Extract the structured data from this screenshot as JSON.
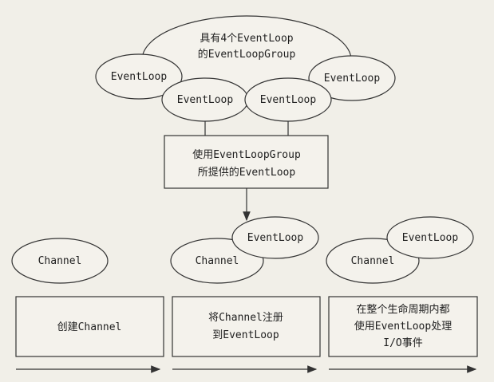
{
  "group": {
    "title_line1": "具有4个EventLoop",
    "title_line2": "的EventLoopGroup"
  },
  "loops": {
    "left": "EventLoop",
    "right": "EventLoop",
    "bottom_left": "EventLoop",
    "bottom_right": "EventLoop"
  },
  "use_box": {
    "line1": "使用EventLoopGroup",
    "line2": "所提供的EventLoop"
  },
  "channels": {
    "channel_1": "Channel",
    "channel_2": "Channel",
    "channel_2_loop": "EventLoop",
    "channel_3": "Channel",
    "channel_3_loop": "EventLoop"
  },
  "steps": {
    "step_1": "创建Channel",
    "step_2_line1": "将Channel注册",
    "step_2_line2": "到EventLoop",
    "step_3_line1": "在整个生命周期内都",
    "step_3_line2": "使用EventLoop处理",
    "step_3_line3": "I/O事件"
  }
}
